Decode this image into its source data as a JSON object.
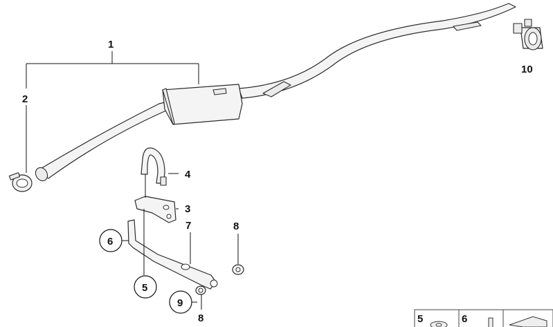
{
  "diagram": {
    "callouts": {
      "c1": "1",
      "c2": "2",
      "c3": "3",
      "c4": "4",
      "c5": "5",
      "c6": "6",
      "c7": "7",
      "c8a": "8",
      "c8b": "8",
      "c9": "9",
      "c10": "10"
    },
    "legend": {
      "item5": "5",
      "item6": "6"
    }
  }
}
